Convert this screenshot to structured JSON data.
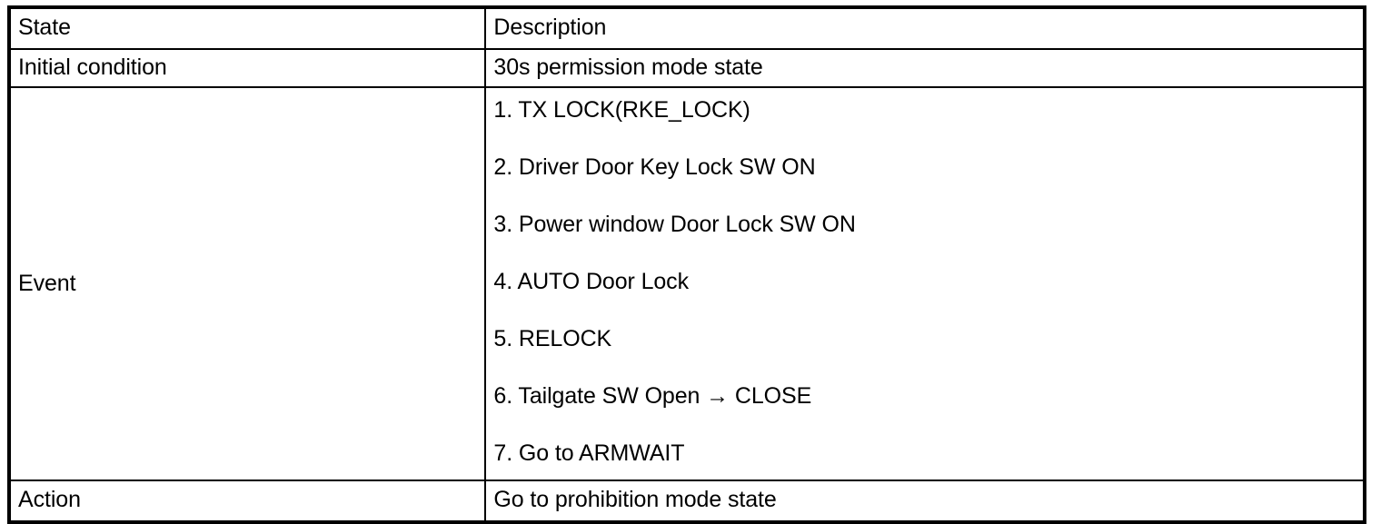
{
  "table": {
    "columns": [
      {
        "key": "state",
        "header": "State"
      },
      {
        "key": "description",
        "header": "Description"
      }
    ],
    "rows": [
      {
        "state": "Initial condition",
        "description": "30s permission mode state"
      },
      {
        "state": "Event",
        "events": [
          "1. TX LOCK(RKE_LOCK)",
          "2. Driver Door Key Lock SW ON",
          "3. Power window Door Lock SW ON",
          "4. AUTO Door Lock",
          "5. RELOCK",
          "6. Tailgate SW Open → CLOSE",
          "7. Go to ARMWAIT"
        ]
      },
      {
        "state": "Action",
        "description": "Go to prohibition mode state"
      }
    ]
  },
  "colors": {
    "border": "#000000",
    "text": "#000000",
    "background": "#ffffff"
  }
}
